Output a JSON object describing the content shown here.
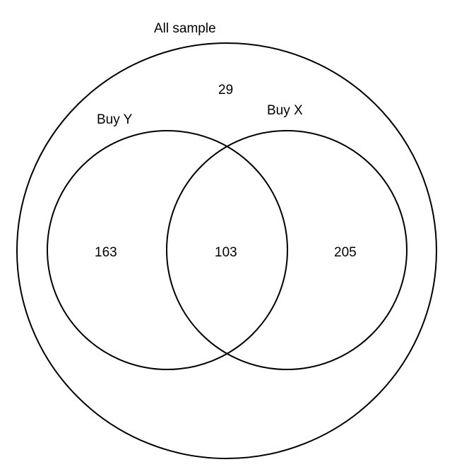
{
  "diagram": {
    "type": "venn",
    "universe": {
      "label": "All sample",
      "outside_count": "29"
    },
    "sets": [
      {
        "key": "buy_y",
        "label": "Buy Y",
        "only_count": "163"
      },
      {
        "key": "buy_x",
        "label": "Buy X",
        "only_count": "205"
      }
    ],
    "intersection_count": "103",
    "colors": {
      "stroke": "#000000",
      "text": "#000000",
      "background": "#ffffff"
    }
  }
}
